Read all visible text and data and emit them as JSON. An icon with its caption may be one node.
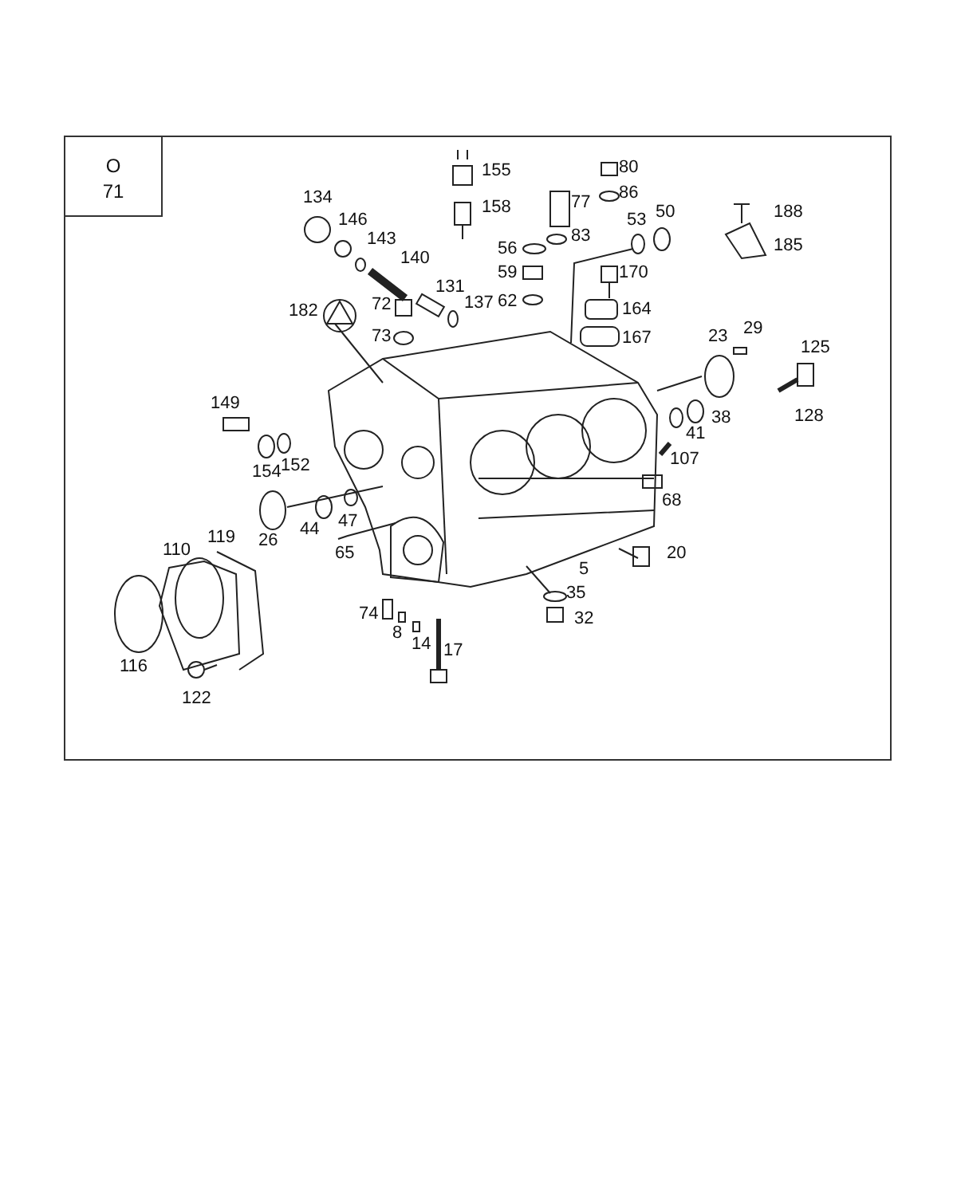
{
  "diagram": {
    "nodes": [
      {
        "text": [
          "O",
          "71"
        ]
      }
    ],
    "labels": [
      "155",
      "80",
      "86",
      "77",
      "188",
      "134",
      "146",
      "53",
      "50",
      "158",
      "83",
      "185",
      "143",
      "56",
      "140",
      "59",
      "170",
      "131",
      "182",
      "137",
      "62",
      "164",
      "72",
      "167",
      "73",
      "23",
      "29",
      "125",
      "149",
      "38",
      "41",
      "128",
      "154",
      "152",
      "107",
      "68",
      "26",
      "44",
      "47",
      "110",
      "119",
      "65",
      "5",
      "20",
      "35",
      "32",
      "74",
      "8",
      "14",
      "17",
      "116",
      "122"
    ]
  }
}
